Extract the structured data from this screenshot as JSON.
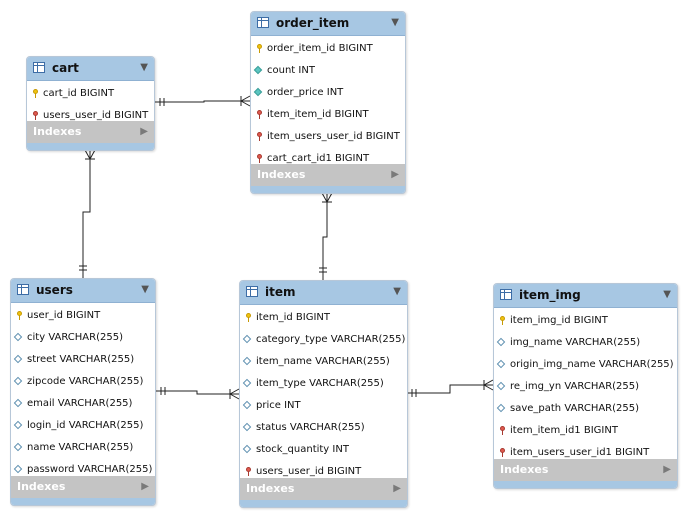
{
  "colors": {
    "header": "#a7c7e3",
    "indexes_bar": "#c4c4c4",
    "line": "#222222"
  },
  "tables": {
    "order_item": {
      "name": "order_item",
      "columns": [
        {
          "icon": "primary-key-icon",
          "name": "order_item_id",
          "type": "BIGINT"
        },
        {
          "icon": "not-null-column-icon",
          "name": "count",
          "type": "INT"
        },
        {
          "icon": "not-null-column-icon",
          "name": "order_price",
          "type": "INT"
        },
        {
          "icon": "foreign-key-icon",
          "name": "item_item_id",
          "type": "BIGINT"
        },
        {
          "icon": "foreign-key-icon",
          "name": "item_users_user_id",
          "type": "BIGINT"
        },
        {
          "icon": "foreign-key-icon",
          "name": "cart_cart_id1",
          "type": "BIGINT"
        }
      ],
      "indexes_label": "Indexes"
    },
    "cart": {
      "name": "cart",
      "columns": [
        {
          "icon": "primary-key-icon",
          "name": "cart_id",
          "type": "BIGINT"
        },
        {
          "icon": "foreign-key-icon",
          "name": "users_user_id",
          "type": "BIGINT"
        }
      ],
      "indexes_label": "Indexes"
    },
    "users": {
      "name": "users",
      "columns": [
        {
          "icon": "primary-key-icon",
          "name": "user_id",
          "type": "BIGINT"
        },
        {
          "icon": "column-icon",
          "name": "city",
          "type": "VARCHAR(255)"
        },
        {
          "icon": "column-icon",
          "name": "street",
          "type": "VARCHAR(255)"
        },
        {
          "icon": "column-icon",
          "name": "zipcode",
          "type": "VARCHAR(255)"
        },
        {
          "icon": "column-icon",
          "name": "email",
          "type": "VARCHAR(255)"
        },
        {
          "icon": "column-icon",
          "name": "login_id",
          "type": "VARCHAR(255)"
        },
        {
          "icon": "column-icon",
          "name": "name",
          "type": "VARCHAR(255)"
        },
        {
          "icon": "column-icon",
          "name": "password",
          "type": "VARCHAR(255)"
        }
      ],
      "indexes_label": "Indexes"
    },
    "item": {
      "name": "item",
      "columns": [
        {
          "icon": "primary-key-icon",
          "name": "item_id",
          "type": "BIGINT"
        },
        {
          "icon": "column-icon",
          "name": "category_type",
          "type": "VARCHAR(255)"
        },
        {
          "icon": "column-icon",
          "name": "item_name",
          "type": "VARCHAR(255)"
        },
        {
          "icon": "column-icon",
          "name": "item_type",
          "type": "VARCHAR(255)"
        },
        {
          "icon": "column-icon",
          "name": "price",
          "type": "INT"
        },
        {
          "icon": "column-icon",
          "name": "status",
          "type": "VARCHAR(255)"
        },
        {
          "icon": "column-icon",
          "name": "stock_quantity",
          "type": "INT"
        },
        {
          "icon": "foreign-key-icon",
          "name": "users_user_id",
          "type": "BIGINT"
        }
      ],
      "indexes_label": "Indexes"
    },
    "item_img": {
      "name": "item_img",
      "columns": [
        {
          "icon": "primary-key-icon",
          "name": "item_img_id",
          "type": "BIGINT"
        },
        {
          "icon": "column-icon",
          "name": "img_name",
          "type": "VARCHAR(255)"
        },
        {
          "icon": "column-icon",
          "name": "origin_img_name",
          "type": "VARCHAR(255)"
        },
        {
          "icon": "column-icon",
          "name": "re_img_yn",
          "type": "VARCHAR(255)"
        },
        {
          "icon": "column-icon",
          "name": "save_path",
          "type": "VARCHAR(255)"
        },
        {
          "icon": "foreign-key-icon",
          "name": "item_item_id1",
          "type": "BIGINT"
        },
        {
          "icon": "foreign-key-icon",
          "name": "item_users_user_id1",
          "type": "BIGINT"
        }
      ],
      "indexes_label": "Indexes"
    }
  },
  "relationships": [
    {
      "from": "order_item",
      "to": "cart"
    },
    {
      "from": "order_item",
      "to": "item"
    },
    {
      "from": "cart",
      "to": "users"
    },
    {
      "from": "item",
      "to": "users"
    },
    {
      "from": "item_img",
      "to": "item"
    }
  ]
}
